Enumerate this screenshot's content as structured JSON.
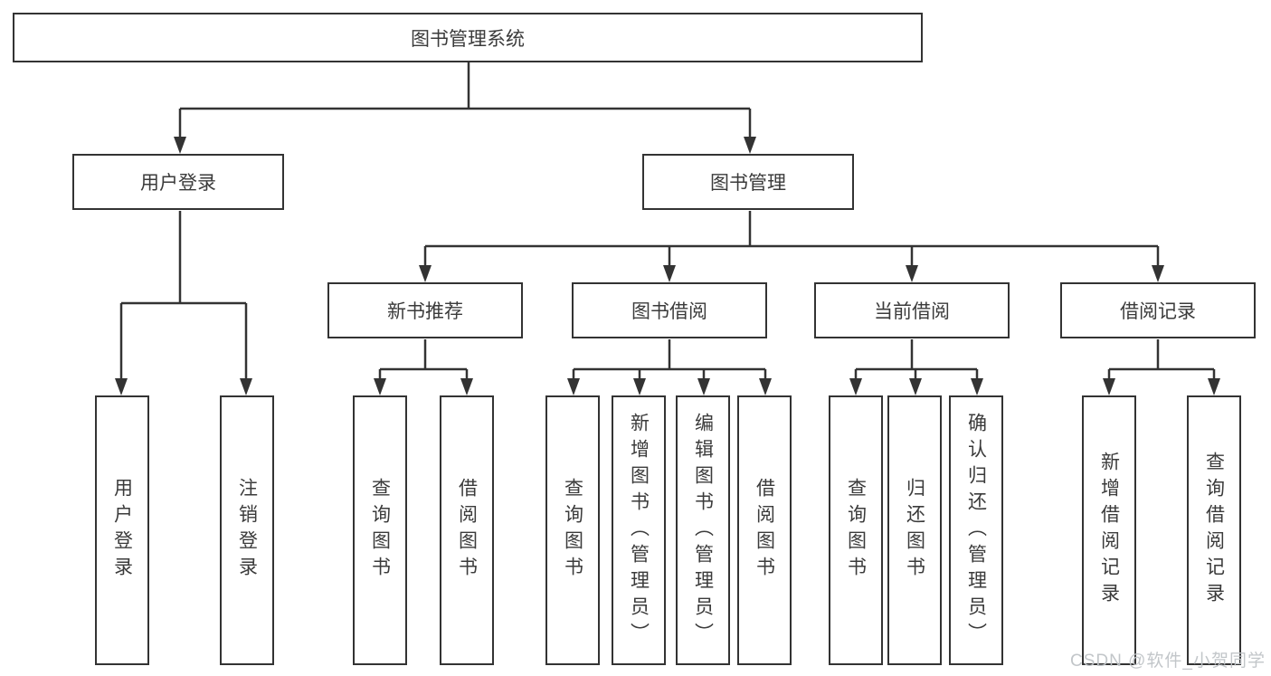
{
  "tree": {
    "root": "图书管理系统",
    "branches": [
      {
        "label": "用户登录",
        "children": [
          "用户登录",
          "注销登录"
        ]
      },
      {
        "label": "图书管理",
        "groups": [
          {
            "label": "新书推荐",
            "children": [
              "查询图书",
              "借阅图书"
            ]
          },
          {
            "label": "图书借阅",
            "children": [
              "查询图书",
              "新增图书（管理员）",
              "编辑图书（管理员）",
              "借阅图书"
            ]
          },
          {
            "label": "当前借阅",
            "children": [
              "查询图书",
              "归还图书",
              "确认归还（管理员）"
            ]
          },
          {
            "label": "借阅记录",
            "children": [
              "新增借阅记录",
              "查询借阅记录"
            ]
          }
        ]
      }
    ]
  },
  "watermark": "CSDN @软件_小贺同学",
  "colors": {
    "line": "#333333",
    "box_border": "#333333",
    "text": "#3b3b3b",
    "background": "#ffffff",
    "watermark": "#bfc3c7"
  }
}
